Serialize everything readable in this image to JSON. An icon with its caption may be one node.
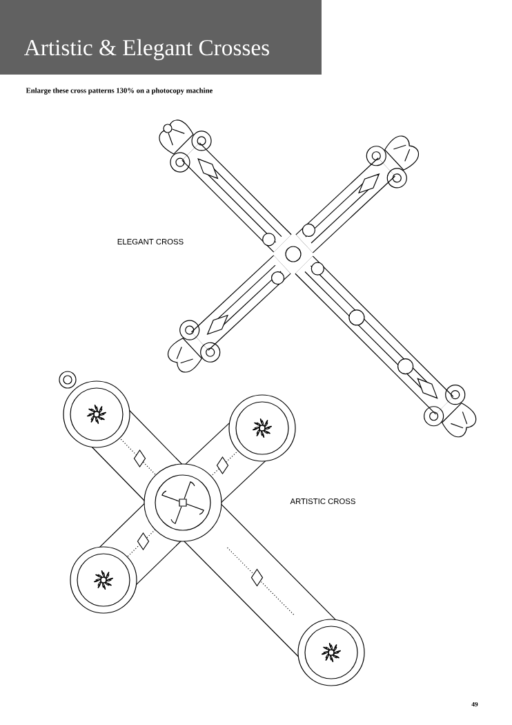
{
  "diagram": {
    "title": "Artistic & Elegant Crosses",
    "labels": [
      "Enlarge these cross patterns 130% on a photocopy machine",
      "ELEGANT CROSS",
      "ARTISTIC CROSS",
      "49"
    ]
  }
}
